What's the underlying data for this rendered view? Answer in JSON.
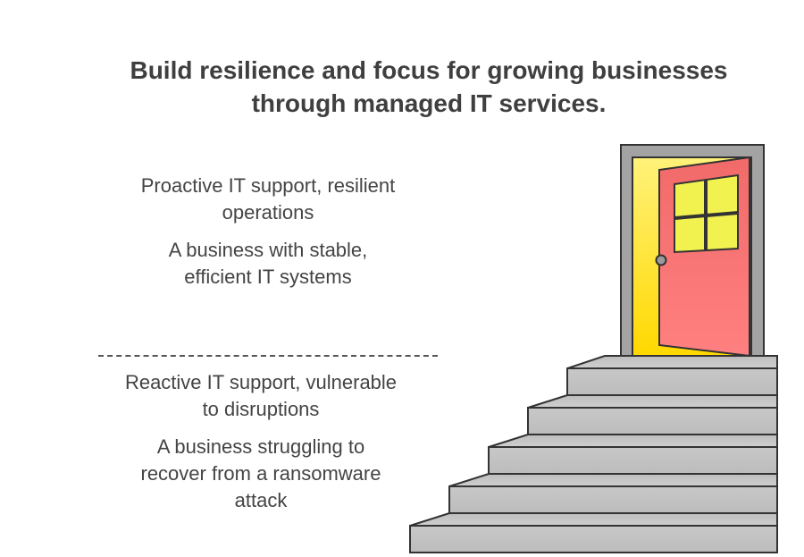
{
  "title": {
    "line1": "Build resilience and focus for growing businesses",
    "line2": "through managed IT services."
  },
  "upper": {
    "state_line1": "Proactive IT support, resilient",
    "state_line2": "operations",
    "example_line1": "A business with stable,",
    "example_line2": "efficient IT systems"
  },
  "lower": {
    "state_line1": "Reactive IT support, vulnerable",
    "state_line2": "to disruptions",
    "example_line1": "A business struggling to",
    "example_line2": "recover from a ransomware",
    "example_line3": "attack"
  },
  "colors": {
    "stairs": "#c4c4c4",
    "door": "#f26b6b",
    "doorway_light": "#ffe83a",
    "window": "#f3f35a",
    "frame": "#a0a0a0",
    "outline": "#333333"
  }
}
